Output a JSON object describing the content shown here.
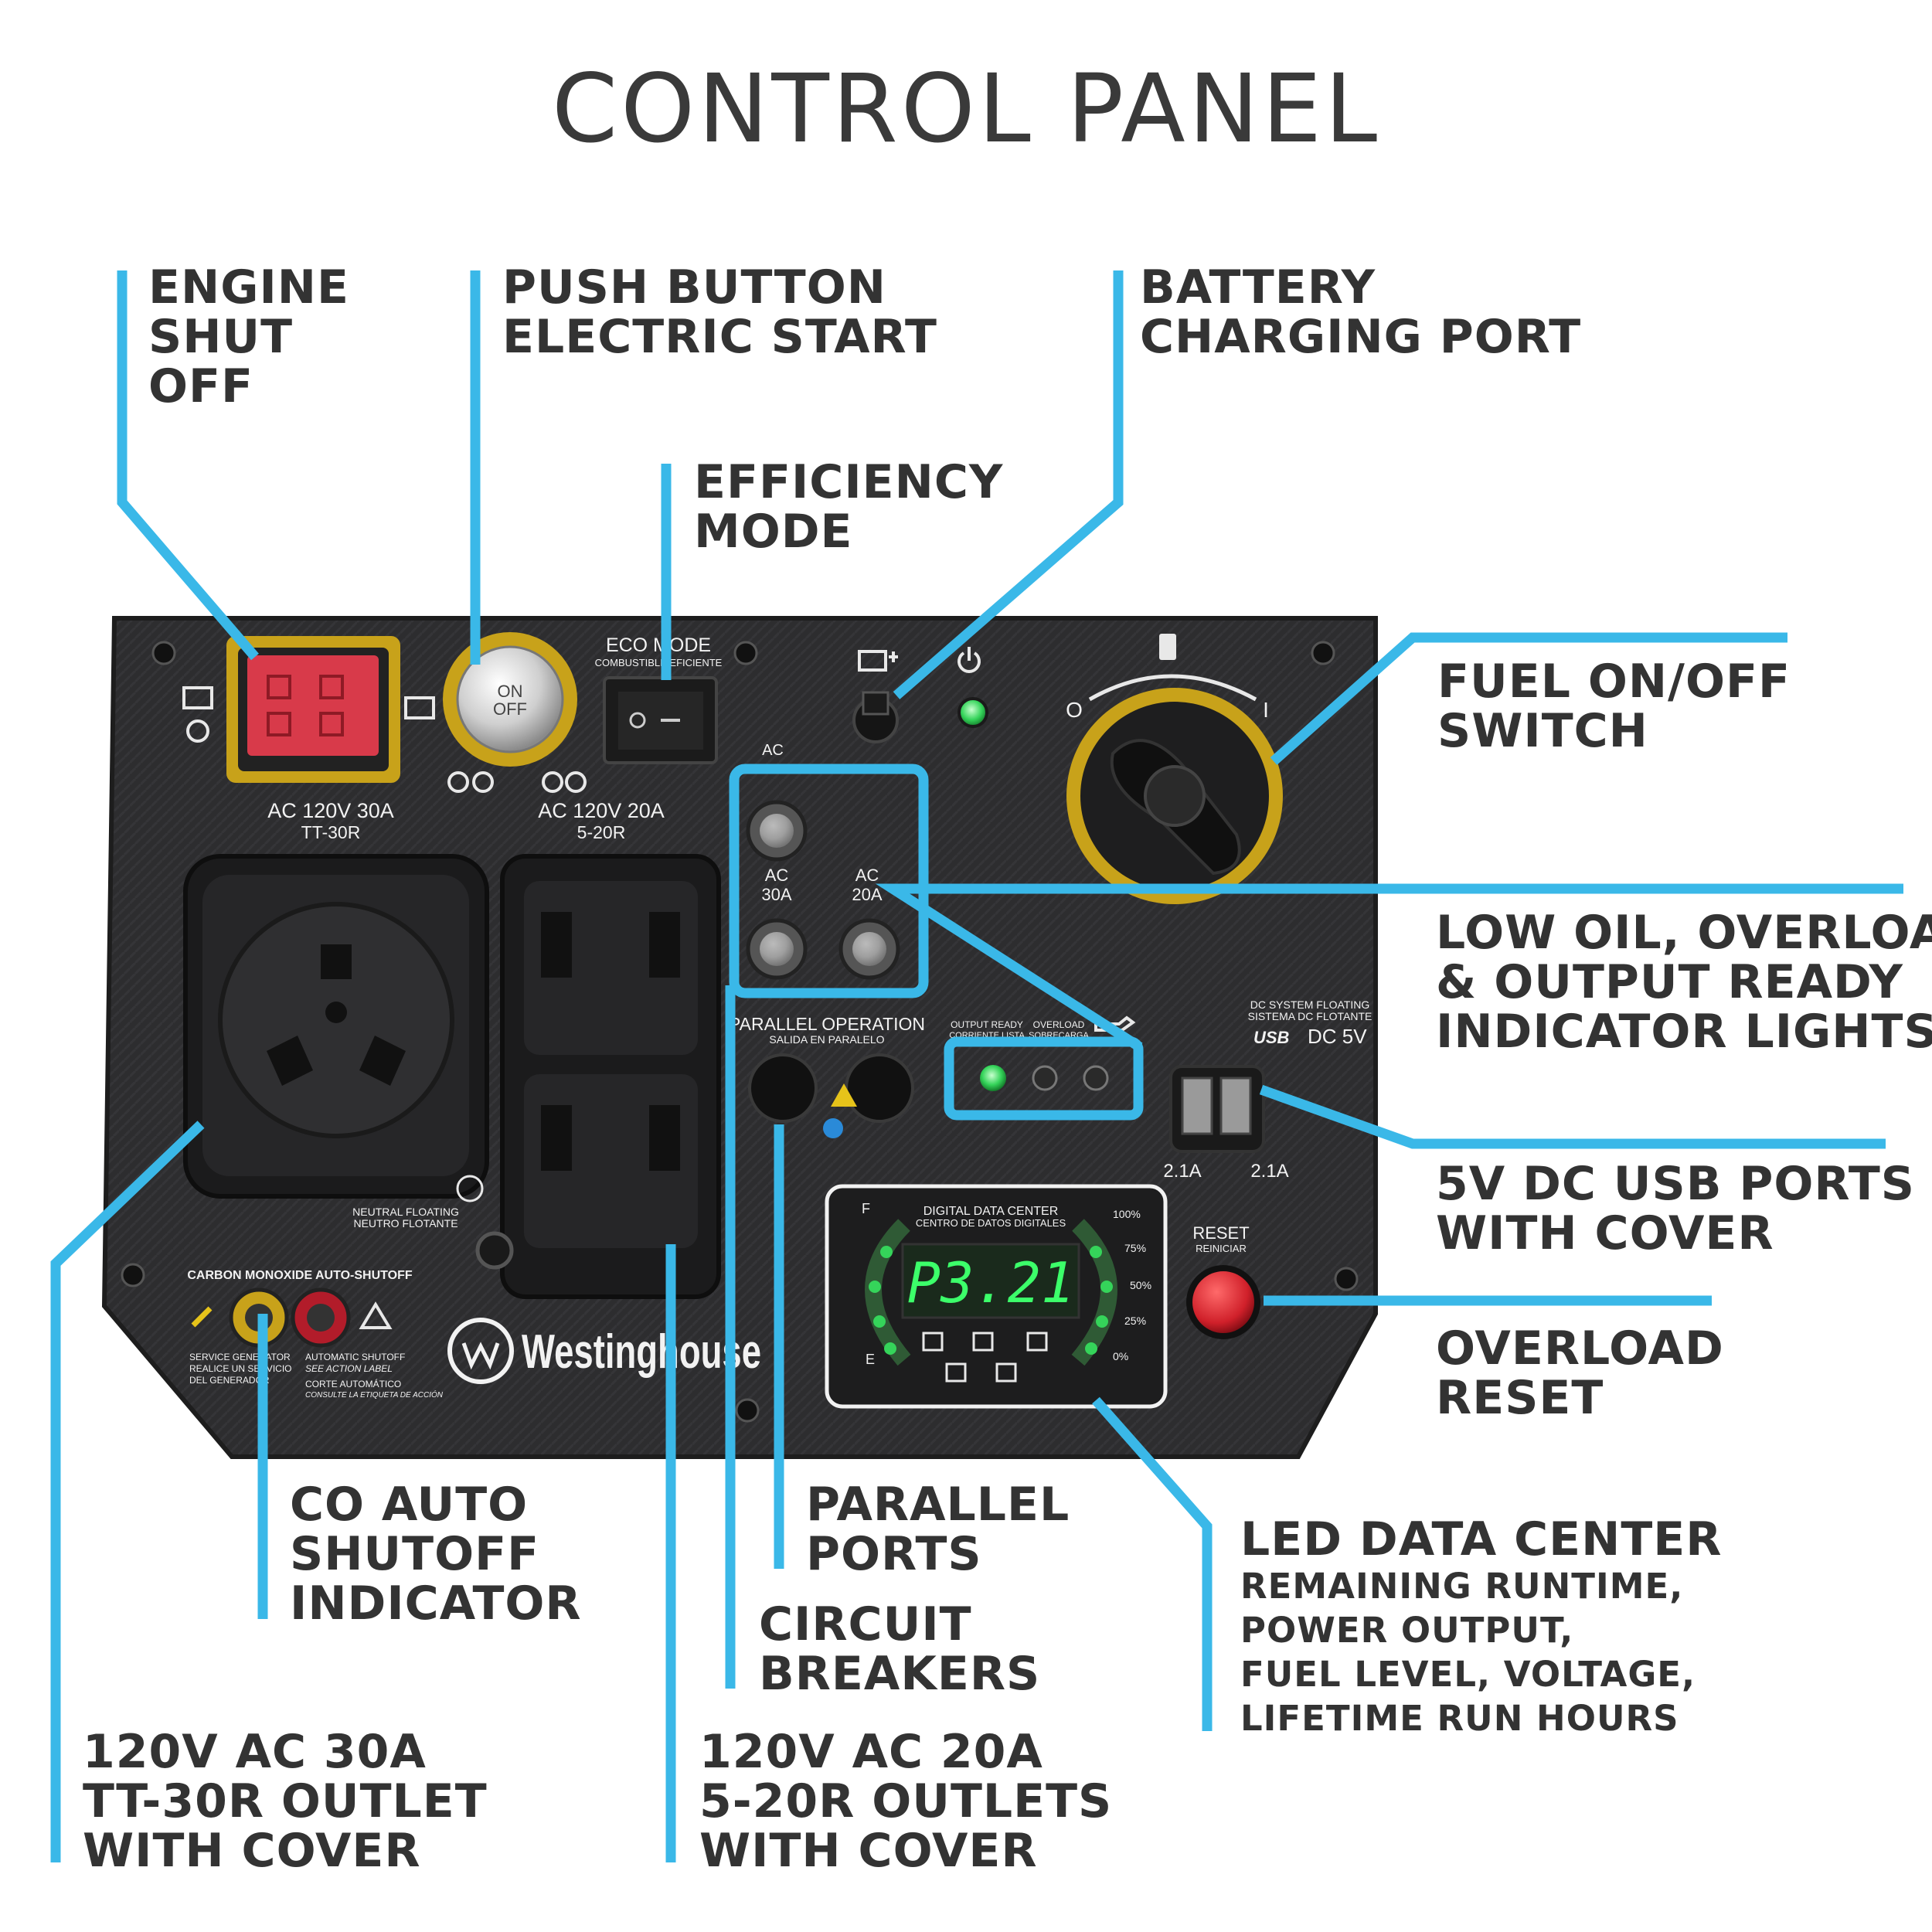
{
  "title": "CONTROL PANEL",
  "colors": {
    "leader": "#3ab8e8",
    "panel": "#2b2b2b",
    "accent_yellow": "#c8a21a",
    "led_green": "#35d45a",
    "red": "#d0243a"
  },
  "callouts": {
    "engine_shutoff": [
      "ENGINE",
      "SHUT",
      "OFF"
    ],
    "push_button": [
      "PUSH BUTTON",
      "ELECTRIC START"
    ],
    "efficiency": [
      "EFFICIENCY",
      "MODE"
    ],
    "battery": [
      "BATTERY",
      "CHARGING PORT"
    ],
    "fuel": [
      "FUEL ON/OFF",
      "SWITCH"
    ],
    "indicators": [
      "LOW OIL, OVERLOAD",
      "& OUTPUT READY",
      "INDICATOR LIGHTS"
    ],
    "usb": [
      "5V DC USB PORTS",
      "WITH COVER"
    ],
    "overload": [
      "OVERLOAD",
      "RESET"
    ],
    "led": {
      "heading": "LED DATA CENTER",
      "lines": [
        "REMAINING RUNTIME,",
        "POWER OUTPUT,",
        "FUEL LEVEL, VOLTAGE,",
        "LIFETIME RUN HOURS"
      ]
    },
    "co": [
      "CO AUTO",
      "SHUTOFF",
      "INDICATOR"
    ],
    "parallel_ports": [
      "PARALLEL",
      "PORTS"
    ],
    "breakers": [
      "CIRCUIT",
      "BREAKERS"
    ],
    "tt30": [
      "120V AC 30A",
      "TT-30R OUTLET",
      "WITH COVER"
    ],
    "outlets20": [
      "120V AC 20A",
      "5-20R OUTLETS",
      "WITH COVER"
    ]
  },
  "panel": {
    "eco_mode": "ECO MODE",
    "eco_sub": "COMBUSTIBLE EFICIENTE",
    "on": "ON",
    "off": "OFF",
    "ac30": "AC 120V 30A",
    "tt30r": "TT-30R",
    "ac20": "AC 120V 20A",
    "r520": "5-20R",
    "ac": "AC",
    "ac30a_1": "AC",
    "ac30a_2": "30A",
    "ac20a_1": "AC",
    "ac20a_2": "20A",
    "parallel": "PARALLEL OPERATION",
    "parallel_sub": "SALIDA EN PARALELO",
    "output_ready": "OUTPUT READY",
    "output_ready_sub": "CORRIENTE LISTA",
    "overload": "OVERLOAD",
    "overload_sub": "SOBRECARGA",
    "dc_floating": "DC SYSTEM FLOATING",
    "dc_floating_sub": "SISTEMA DC FLOTANTE",
    "usb": "USB",
    "dc5v": "DC 5V",
    "amp1": "2.1A",
    "amp2": "2.1A",
    "neutral": "NEUTRAL FLOATING",
    "neutral_sub": "NEUTRO FLOTANTE",
    "co_header": "CARBON MONOXIDE  AUTO-SHUTOFF",
    "service": "SERVICE GENERATOR",
    "service_2": "REALICE UN SERVICIO",
    "service_3": "DEL GENERADOR",
    "auto_shutoff": "AUTOMATIC SHUTOFF",
    "auto_shutoff_2": "SEE ACTION LABEL",
    "corte": "CORTE AUTOMÁTICO",
    "corte_2": "CONSULTE LA ETIQUETA DE ACCIÓN",
    "brand": "Westinghouse",
    "ddc": "DIGITAL DATA CENTER",
    "ddc_sub": "CENTRO DE DATOS DIGITALES",
    "display": "P3.21",
    "pct100": "100%",
    "pct75": "75%",
    "pct50": "50%",
    "pct25": "25%",
    "pct0": "0%",
    "f": "F",
    "e": "E",
    "reset": "RESET",
    "reset_sub": "REINICIAR",
    "fuel_off": "O",
    "fuel_on": "I"
  }
}
